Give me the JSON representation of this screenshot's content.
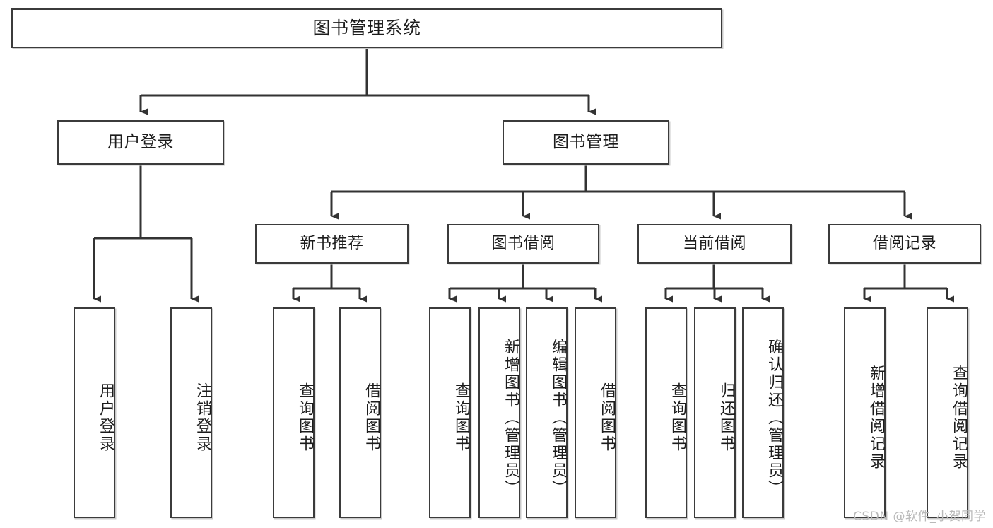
{
  "diagram": {
    "title": "图书管理系统",
    "type": "hierarchy-tree",
    "watermark": "CSDN @软件_小贺同学",
    "colors": {
      "box_border": "#3b3b3b",
      "box_fill": "#ffffff",
      "connector": "#333333",
      "text": "#1c1c1c",
      "watermark": "#b9b9b9",
      "page_background": "#ffffff"
    },
    "nodes": {
      "root": {
        "label": "图书管理系统",
        "level": 1,
        "orientation": "horizontal"
      },
      "level2": [
        {
          "id": "user-login",
          "label": "用户登录",
          "level": 2,
          "orientation": "horizontal"
        },
        {
          "id": "book-management",
          "label": "图书管理",
          "level": 2,
          "orientation": "horizontal"
        }
      ],
      "level3": [
        {
          "id": "new-book-recommend",
          "label": "新书推荐",
          "level": 3,
          "orientation": "horizontal"
        },
        {
          "id": "book-borrow",
          "label": "图书借阅",
          "level": 3,
          "orientation": "horizontal"
        },
        {
          "id": "current-borrow",
          "label": "当前借阅",
          "level": 3,
          "orientation": "horizontal"
        },
        {
          "id": "borrow-record",
          "label": "借阅记录",
          "level": 3,
          "orientation": "horizontal"
        }
      ],
      "leaves": [
        {
          "id": "leaf-user-login",
          "label": "用户登录",
          "parent": "user-login",
          "orientation": "vertical"
        },
        {
          "id": "leaf-user-logout",
          "label": "注销登录",
          "parent": "user-login",
          "orientation": "vertical"
        },
        {
          "id": "leaf-query-book-1",
          "label": "查询图书",
          "parent": "new-book-recommend",
          "orientation": "vertical"
        },
        {
          "id": "leaf-borrow-book-1",
          "label": "借阅图书",
          "parent": "new-book-recommend",
          "orientation": "vertical"
        },
        {
          "id": "leaf-query-book-2",
          "label": "查询图书",
          "parent": "book-borrow",
          "orientation": "vertical"
        },
        {
          "id": "leaf-add-book",
          "label": "新增图书（管理员）",
          "parent": "book-borrow",
          "orientation": "vertical"
        },
        {
          "id": "leaf-edit-book",
          "label": "编辑图书（管理员）",
          "parent": "book-borrow",
          "orientation": "vertical"
        },
        {
          "id": "leaf-borrow-book-2",
          "label": "借阅图书",
          "parent": "book-borrow",
          "orientation": "vertical"
        },
        {
          "id": "leaf-query-book-3",
          "label": "查询图书",
          "parent": "current-borrow",
          "orientation": "vertical"
        },
        {
          "id": "leaf-return-book",
          "label": "归还图书",
          "parent": "current-borrow",
          "orientation": "vertical"
        },
        {
          "id": "leaf-confirm-return",
          "label": "确认归还（管理员）",
          "parent": "current-borrow",
          "orientation": "vertical"
        },
        {
          "id": "leaf-add-record",
          "label": "新增借阅记录",
          "parent": "borrow-record",
          "orientation": "vertical"
        },
        {
          "id": "leaf-query-record",
          "label": "查询借阅记录",
          "parent": "borrow-record",
          "orientation": "vertical"
        }
      ]
    }
  }
}
